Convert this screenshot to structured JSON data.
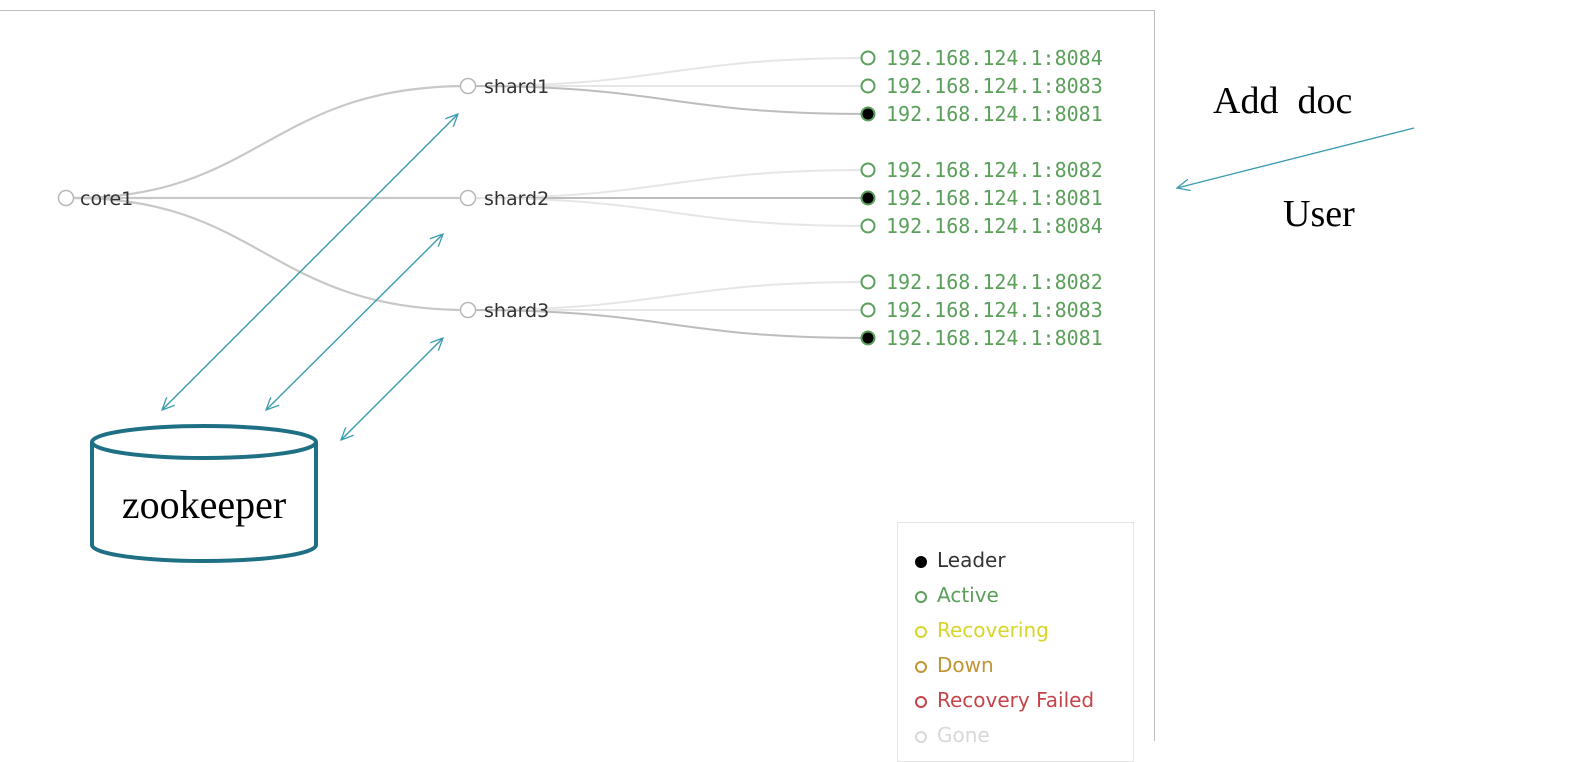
{
  "tree": {
    "root": {
      "label": "core1"
    },
    "shards": [
      {
        "label": "shard1",
        "replicas": [
          {
            "label": "192.168.124.1:8084",
            "state": "active"
          },
          {
            "label": "192.168.124.1:8083",
            "state": "active"
          },
          {
            "label": "192.168.124.1:8081",
            "state": "leader"
          }
        ]
      },
      {
        "label": "shard2",
        "replicas": [
          {
            "label": "192.168.124.1:8082",
            "state": "active"
          },
          {
            "label": "192.168.124.1:8081",
            "state": "leader"
          },
          {
            "label": "192.168.124.1:8084",
            "state": "active"
          }
        ]
      },
      {
        "label": "shard3",
        "replicas": [
          {
            "label": "192.168.124.1:8082",
            "state": "active"
          },
          {
            "label": "192.168.124.1:8083",
            "state": "active"
          },
          {
            "label": "192.168.124.1:8081",
            "state": "leader"
          }
        ]
      }
    ]
  },
  "legend": {
    "items": [
      {
        "label": "Leader",
        "color": "#000000",
        "filled": true
      },
      {
        "label": "Active",
        "color": "#5aa05a",
        "filled": false
      },
      {
        "label": "Recovering",
        "color": "#d6d62a",
        "filled": false
      },
      {
        "label": "Down",
        "color": "#c29433",
        "filled": false
      },
      {
        "label": "Recovery Failed",
        "color": "#c4444a",
        "filled": false
      },
      {
        "label": "Gone",
        "color": "#d8d8d8",
        "filled": false
      }
    ]
  },
  "annotations": {
    "zookeeper": "zookeeper",
    "add_doc": "Add  doc",
    "user": "User"
  },
  "colors": {
    "edge": "#c8c8c8",
    "edge_light": "#e6e6e6",
    "replica_text": "#5aa05a",
    "arrow": "#3a9cb0",
    "cylinder": "#1f7084"
  }
}
